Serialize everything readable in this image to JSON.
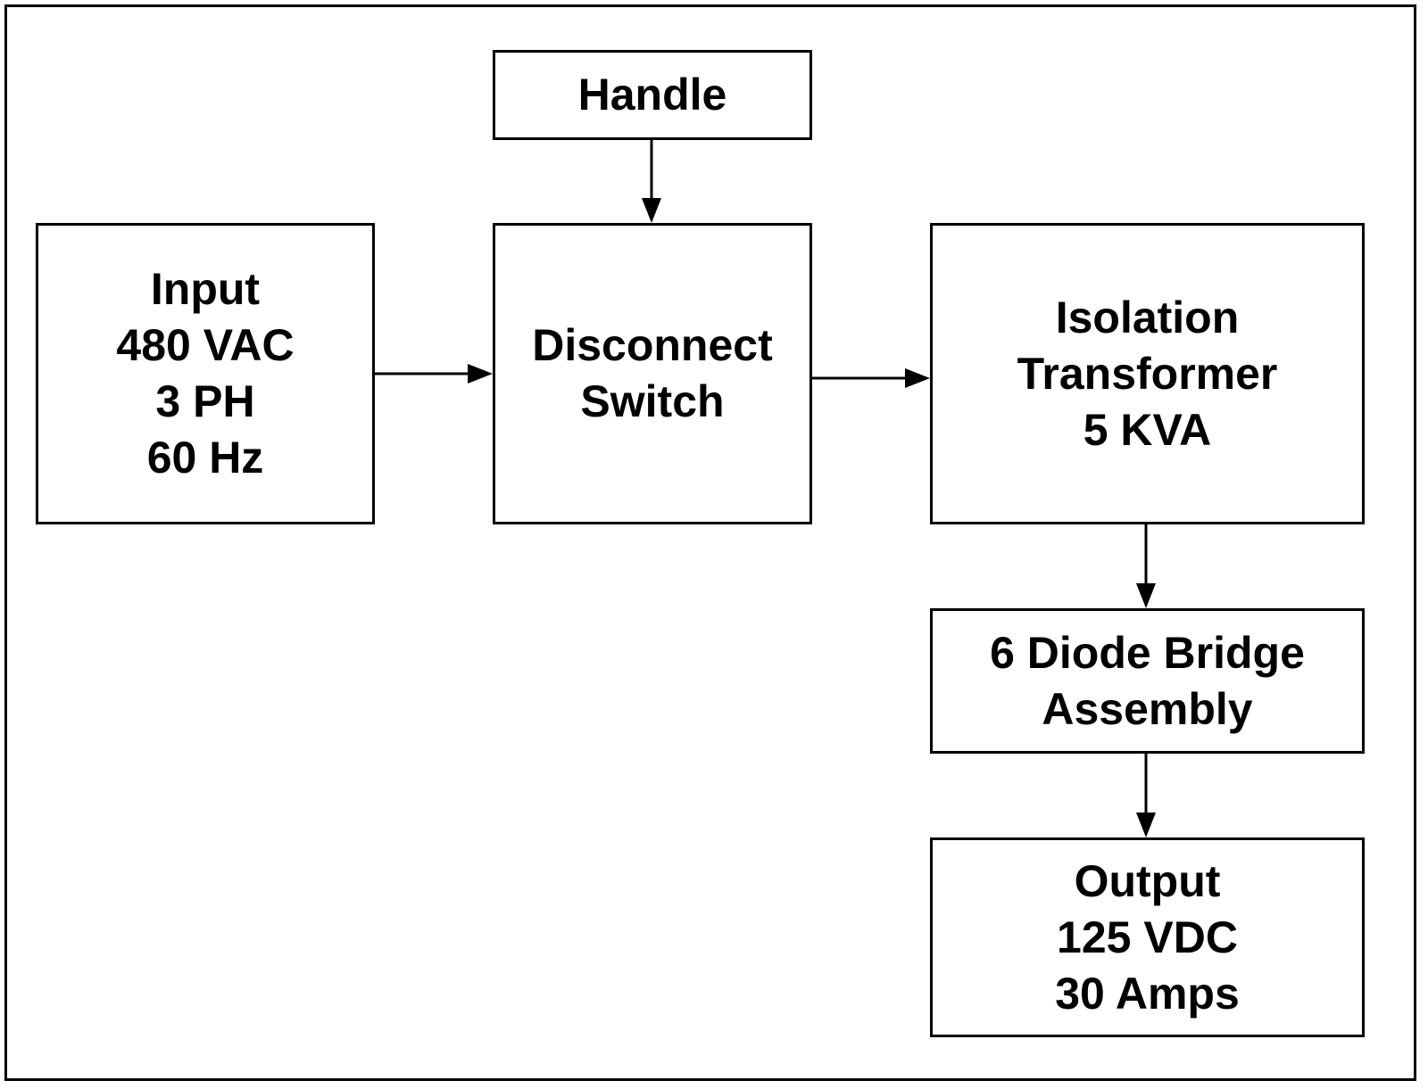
{
  "colors": {
    "stroke": "#000000",
    "background": "#ffffff"
  },
  "blocks": {
    "handle": {
      "lines": [
        "Handle"
      ]
    },
    "input": {
      "lines": [
        "Input",
        "480 VAC",
        "3 PH",
        "60 Hz"
      ]
    },
    "switch": {
      "lines": [
        "Disconnect",
        "Switch"
      ]
    },
    "transformer": {
      "lines": [
        "Isolation",
        "Transformer",
        "5 KVA"
      ]
    },
    "bridge": {
      "lines": [
        "6 Diode Bridge",
        "Assembly"
      ]
    },
    "output": {
      "lines": [
        "Output",
        "125 VDC",
        "30 Amps"
      ]
    }
  },
  "connections": [
    {
      "from": "handle",
      "to": "switch"
    },
    {
      "from": "input",
      "to": "switch"
    },
    {
      "from": "switch",
      "to": "transformer"
    },
    {
      "from": "transformer",
      "to": "bridge"
    },
    {
      "from": "bridge",
      "to": "output"
    }
  ]
}
